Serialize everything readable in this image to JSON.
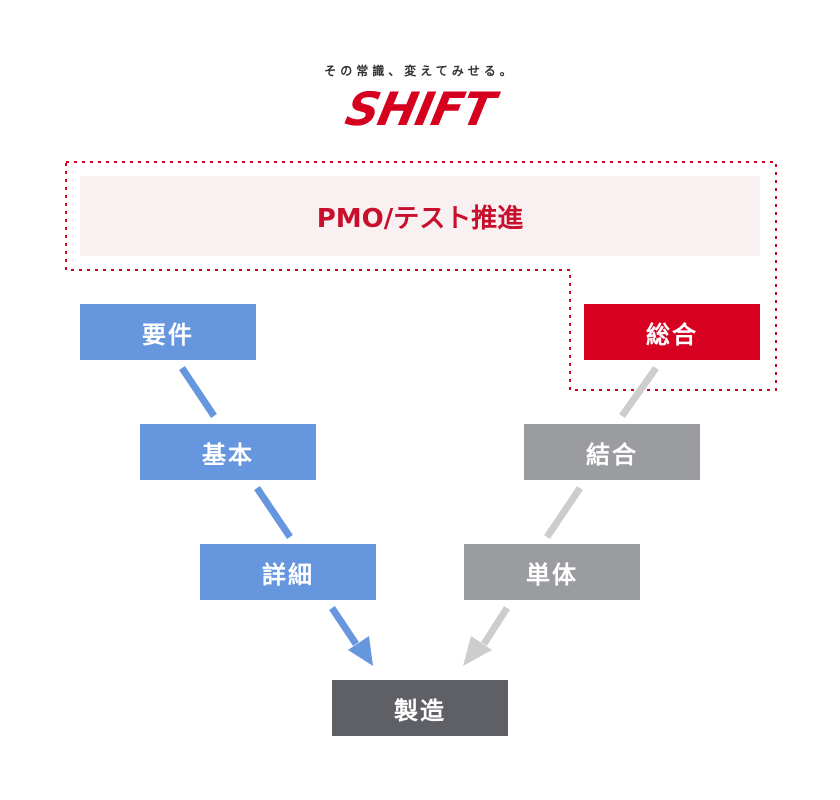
{
  "header": {
    "tagline": "その常識、変えてみせる。",
    "logo_text": "SHIFT"
  },
  "pmo_band": {
    "label": "PMO/テスト推進"
  },
  "phases": {
    "requirements": "要件",
    "basic_design": "基本",
    "detailed_design": "詳細",
    "manufacturing": "製造",
    "unit_test": "単体",
    "integration_test": "結合",
    "system_test": "総合"
  },
  "colors": {
    "brand_red": "#d4001e",
    "pmo_text": "#c8102e",
    "pmo_background": "#f9f0f1",
    "development_blue": "#6596de",
    "testing_gray": "#9b9ca0",
    "manufacturing_dark": "#5e6066",
    "system_test_red": "#d70021"
  }
}
